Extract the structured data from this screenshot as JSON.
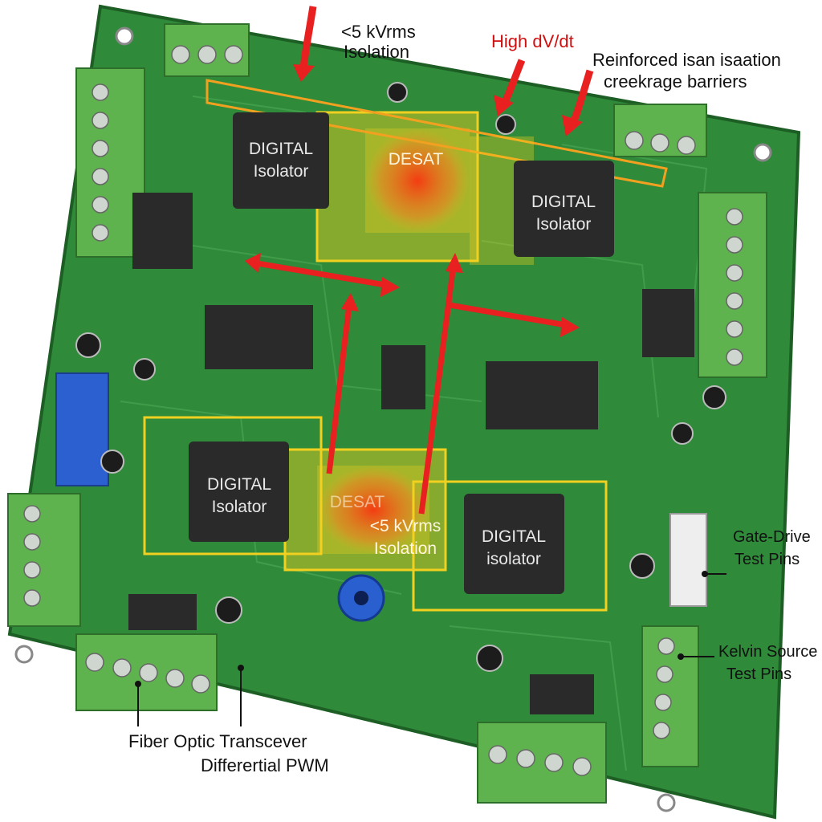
{
  "callouts": {
    "isolation_top_1": "<5 kVrms",
    "isolation_top_2": "Isolation",
    "dvdt": "High dV/dt",
    "reinforced_1": "Reinforced isan isaation",
    "reinforced_2": "creekrage barriers",
    "gate_drive_1": "Gate-Drive",
    "gate_drive_2": "Test Pins",
    "kelvin_1": "Kelvin Source",
    "kelvin_2": "Test Pins",
    "fiber": "Fiber Optic Transcever",
    "diff_pwm": "Differertial PWM"
  },
  "board": {
    "chips": [
      {
        "line1": "DIGITAL",
        "line2": "Isolator"
      },
      {
        "line1": "DIGITAL",
        "line2": "Isolator"
      },
      {
        "line1": "DIGITAL",
        "line2": "Isolator"
      },
      {
        "line1": "DIGITAL",
        "line2": "isolator"
      }
    ],
    "desat_top": "DESAT",
    "desat_bottom": "DESAT",
    "center_iso_1": "<5 kVrms",
    "center_iso_2": "Isolation"
  },
  "colors": {
    "pcb": "#2f8a3a",
    "terminal": "#5fb34e",
    "chip": "#2a2a2a",
    "highlight": "#f2d020",
    "arrow": "#e82020"
  }
}
